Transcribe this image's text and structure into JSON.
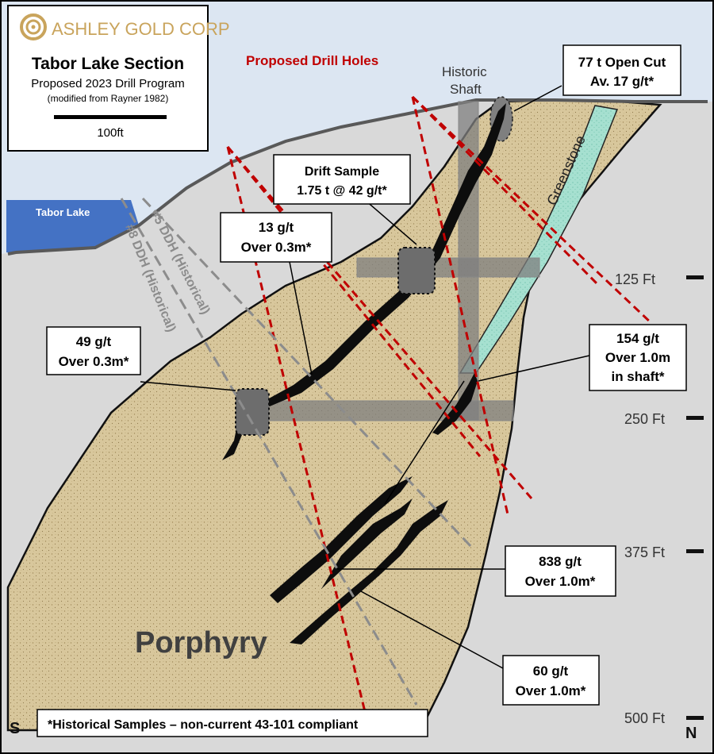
{
  "logo": {
    "company": "ASHLEY GOLD CORP",
    "color": "#c9a45c"
  },
  "title_box": {
    "title": "Tabor Lake Section",
    "subtitle": "Proposed 2023 Drill Program",
    "source": "(modified from Rayner 1982)",
    "scale_label": "100ft"
  },
  "map_labels": {
    "proposed_holes": "Proposed Drill Holes",
    "historic_shaft_line1": "Historic",
    "historic_shaft_line2": "Shaft",
    "greenstone": "Greenstone",
    "lake": "Tabor Lake",
    "ddh5": "#5 DDH (Historical)",
    "ddh8": "#8 DDH (Historical)",
    "porphyry": "Porphyry",
    "south": "S",
    "north": "N"
  },
  "depth_labels": [
    "125 Ft",
    "250 Ft",
    "375 Ft",
    "500 Ft"
  ],
  "callouts": {
    "open_cut": [
      "77 t Open Cut",
      "Av. 17 g/t*"
    ],
    "drift": [
      "Drift Sample",
      "1.75 t  @ 42 g/t*"
    ],
    "c13": [
      "13 g/t",
      "Over 0.3m*"
    ],
    "c49": [
      "49 g/t",
      "Over 0.3m*"
    ],
    "c154": [
      "154 g/t",
      "Over 1.0m",
      "in shaft*"
    ],
    "c838": [
      "838 g/t",
      "Over 1.0m*"
    ],
    "c60": [
      "60 g/t",
      "Over 1.0m*"
    ]
  },
  "footer_note": "*Historical Samples – non-current 43-101 compliant",
  "colors": {
    "sky": "#dce6f2",
    "ground": "#d9d9d9",
    "porphyry": "#d9c9a0",
    "lake": "#4472c4",
    "proposed": "#c00000",
    "historical": "#8c8c8c",
    "greenstone": "#a6e0d0",
    "workings": "#7f7f7f"
  }
}
